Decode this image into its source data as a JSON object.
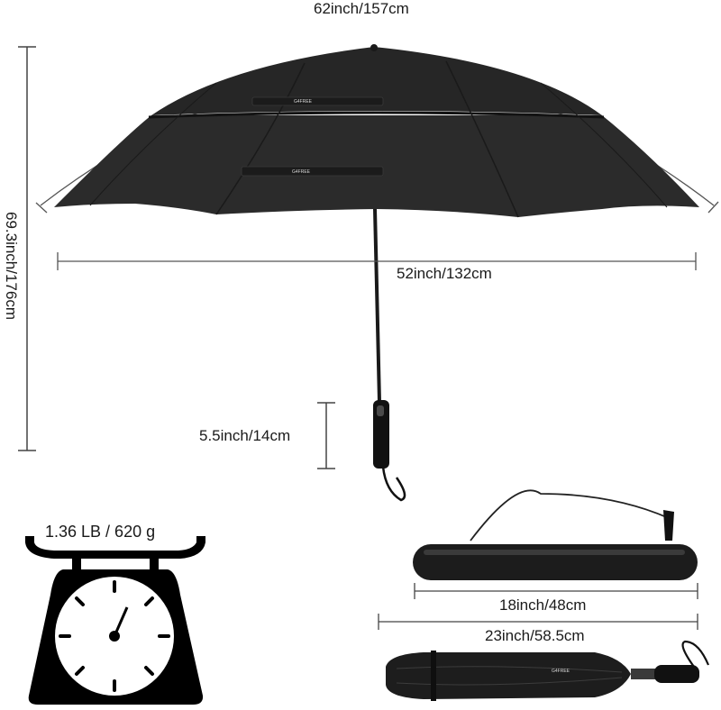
{
  "dimensions": {
    "arc_width": "62inch/157cm",
    "open_width": "52inch/132cm",
    "height": "69.3inch/176cm",
    "handle_length": "5.5inch/14cm",
    "case_length": "18inch/48cm",
    "folded_length": "23inch/58.5cm"
  },
  "weight": "1.36 LB / 620 g",
  "brand_logo": "G4FREE",
  "colors": {
    "canopy": "#2b2b2b",
    "canopy_dark": "#1c1c1c",
    "line": "#2a2a2a",
    "scale": "#000000"
  }
}
